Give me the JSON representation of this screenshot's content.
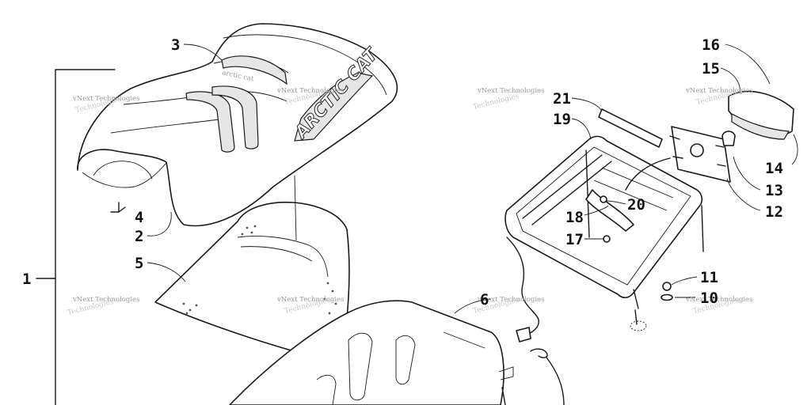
{
  "callouts": [
    "1",
    "2",
    "3",
    "4",
    "5",
    "6",
    "10",
    "11",
    "12",
    "13",
    "14",
    "15",
    "16",
    "17",
    "18",
    "19",
    "20",
    "21"
  ],
  "watermark": {
    "line1": "vNext Technologies",
    "line2": "Technologies"
  },
  "brand_logo": "ARCTIC CAT",
  "seat_script": "arctic cat"
}
